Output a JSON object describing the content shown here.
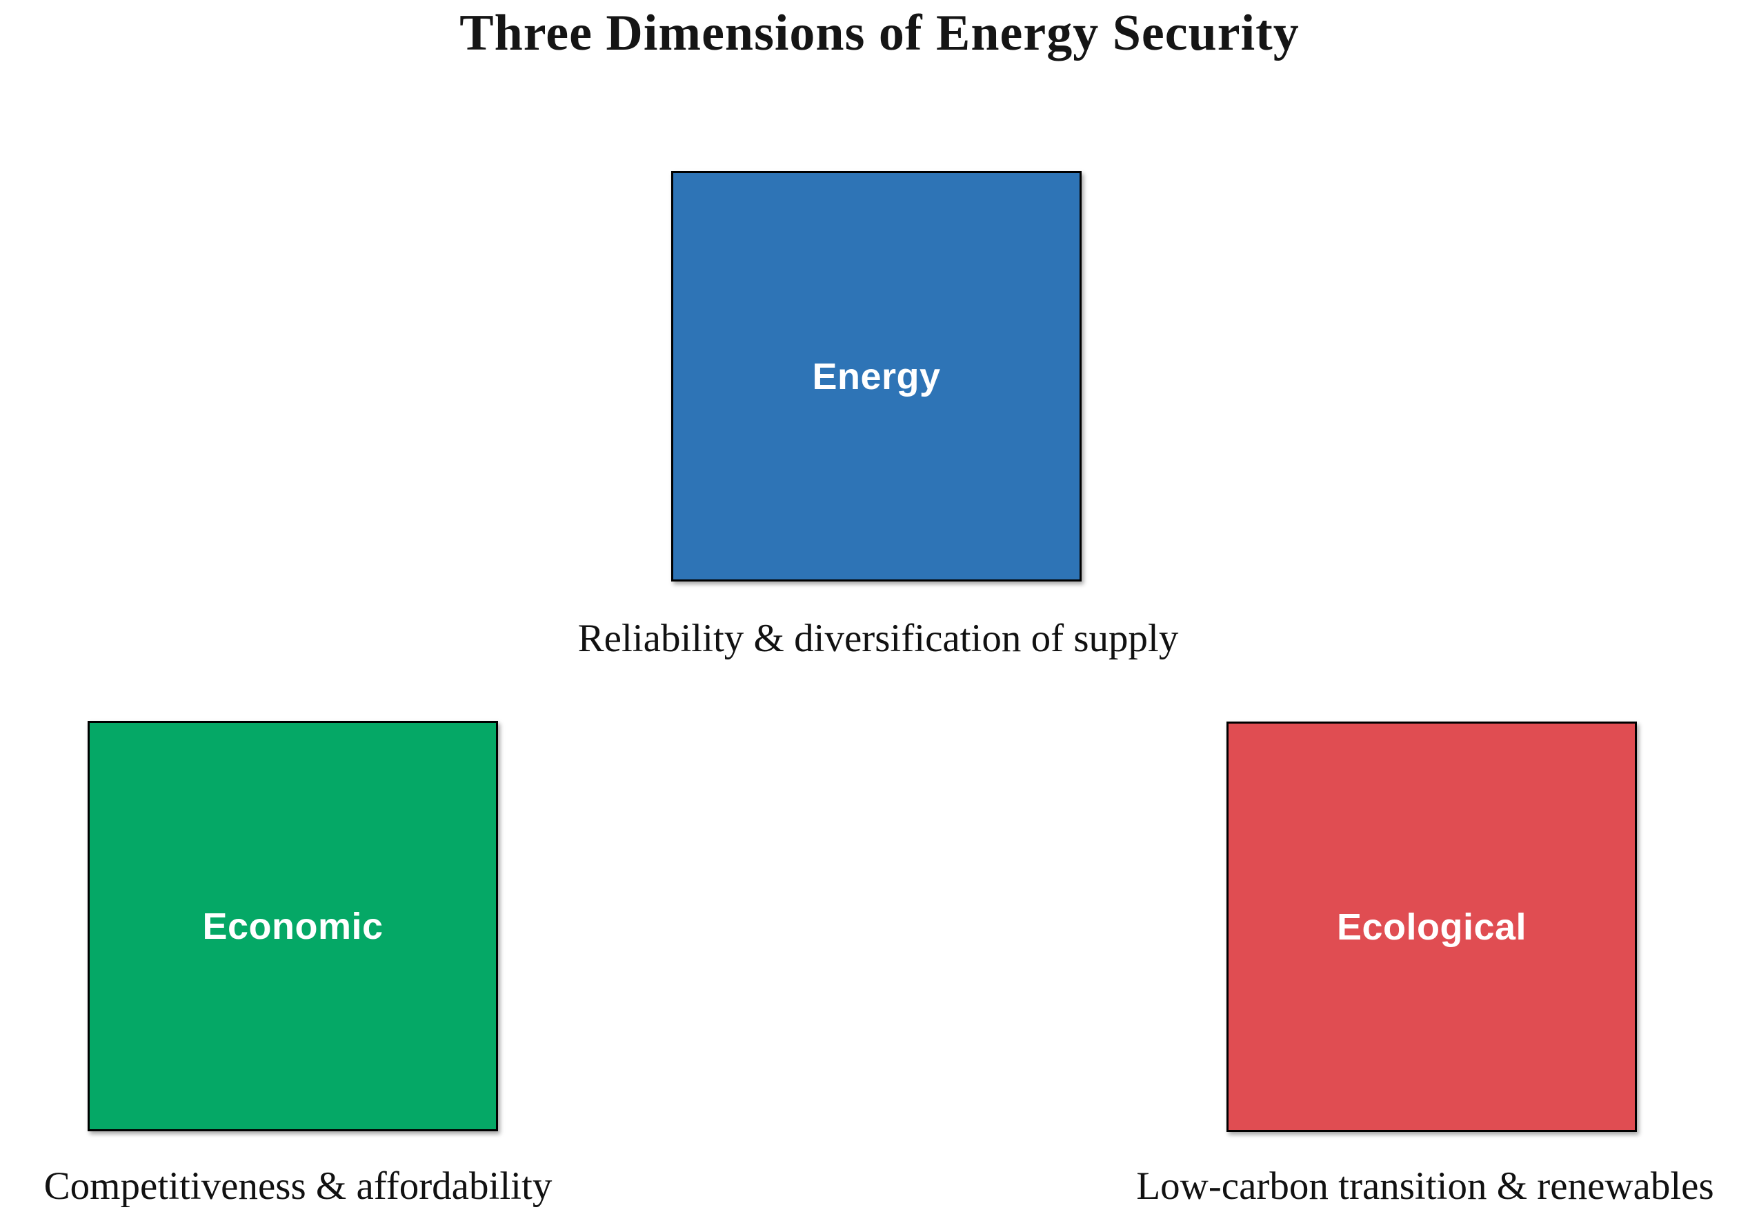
{
  "diagram": {
    "title": "Three Dimensions of Energy Security",
    "boxes": [
      {
        "id": "energy",
        "label": "Energy",
        "caption": "Reliability & diversification of supply",
        "color": "#2E74B6"
      },
      {
        "id": "economic",
        "label": "Economic",
        "caption": "Competitiveness & affordability",
        "color": "#05A866"
      },
      {
        "id": "ecological",
        "label": "Ecological",
        "caption": "Low-carbon transition & renewables",
        "color": "#E04D52"
      }
    ],
    "label_text_color": "#ffffff",
    "border_color": "#000000",
    "background_color": "#ffffff"
  }
}
